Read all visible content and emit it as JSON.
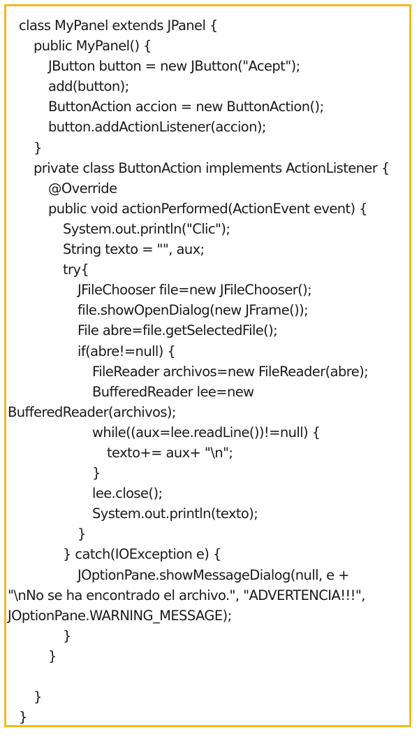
{
  "frame_color": "#f5b81c",
  "code_lines": [
    {
      "indent": 0,
      "flush": false,
      "text": "class MyPanel extends JPanel {"
    },
    {
      "indent": 1,
      "flush": false,
      "text": "public MyPanel() {"
    },
    {
      "indent": 2,
      "flush": false,
      "text": "JButton button = new JButton(\"Acept\");"
    },
    {
      "indent": 2,
      "flush": false,
      "text": "add(button);"
    },
    {
      "indent": 2,
      "flush": false,
      "text": "ButtonAction accion = new ButtonAction();"
    },
    {
      "indent": 2,
      "flush": false,
      "text": "button.addActionListener(accion);"
    },
    {
      "indent": 1,
      "flush": false,
      "text": "}"
    },
    {
      "indent": 1,
      "flush": false,
      "text": "private class ButtonAction implements ActionListener {"
    },
    {
      "indent": 2,
      "flush": false,
      "text": "@Override"
    },
    {
      "indent": 2,
      "flush": false,
      "text": "public void actionPerformed(ActionEvent event) {"
    },
    {
      "indent": 3,
      "flush": false,
      "text": "System.out.println(\"Clic\");"
    },
    {
      "indent": 3,
      "flush": false,
      "text": "String texto = \"\", aux;"
    },
    {
      "indent": 3,
      "flush": false,
      "text": "try{"
    },
    {
      "indent": 4,
      "flush": false,
      "text": "JFileChooser file=new JFileChooser();"
    },
    {
      "indent": 4,
      "flush": false,
      "text": "file.showOpenDialog(new JFrame());"
    },
    {
      "indent": 4,
      "flush": false,
      "text": "File abre=file.getSelectedFile();"
    },
    {
      "indent": 4,
      "flush": false,
      "text": "if(abre!=null) {"
    },
    {
      "indent": 5,
      "flush": false,
      "text": "FileReader archivos=new FileReader(abre);"
    },
    {
      "indent": 5,
      "flush": false,
      "text": "BufferedReader lee=new"
    },
    {
      "indent": 0,
      "flush": true,
      "text": "BufferedReader(archivos);"
    },
    {
      "indent": 5,
      "flush": false,
      "text": "while((aux=lee.readLine())!=null) {"
    },
    {
      "indent": 6,
      "flush": false,
      "text": "texto+= aux+ \"\\n\";"
    },
    {
      "indent": 5,
      "flush": false,
      "text": "}"
    },
    {
      "indent": 5,
      "flush": false,
      "text": "lee.close();"
    },
    {
      "indent": 5,
      "flush": false,
      "text": "System.out.println(texto);"
    },
    {
      "indent": 4,
      "flush": false,
      "text": "}"
    },
    {
      "indent": 3,
      "flush": false,
      "text": "} catch(IOException e) {"
    },
    {
      "indent": 4,
      "flush": false,
      "text": "JOptionPane.showMessageDialog(null, e +"
    },
    {
      "indent": 0,
      "flush": true,
      "text": "\"\\nNo se ha encontrado el archivo.\", \"ADVERTENCIA!!!\","
    },
    {
      "indent": 0,
      "flush": true,
      "text": "JOptionPane.WARNING_MESSAGE);"
    },
    {
      "indent": 3,
      "flush": false,
      "text": "}"
    },
    {
      "indent": 2,
      "flush": false,
      "text": "}"
    },
    {
      "indent": 0,
      "flush": false,
      "text": ""
    },
    {
      "indent": 1,
      "flush": false,
      "text": "}"
    },
    {
      "indent": 0,
      "flush": false,
      "text": "}"
    }
  ]
}
